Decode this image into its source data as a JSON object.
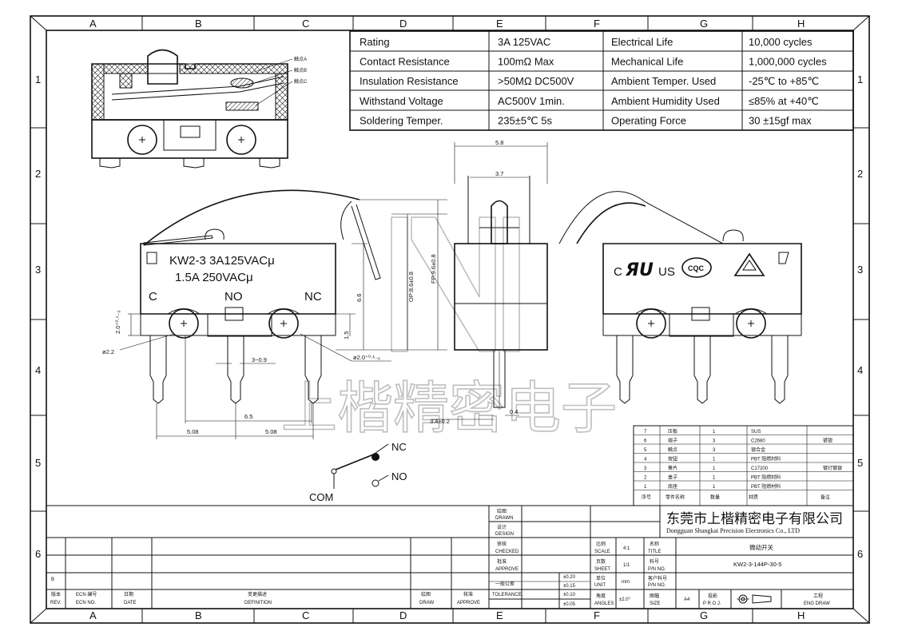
{
  "border_cols": [
    "A",
    "B",
    "C",
    "D",
    "E",
    "F",
    "G",
    "H"
  ],
  "border_rows": [
    "1",
    "2",
    "3",
    "4",
    "5",
    "6"
  ],
  "spec_table": [
    [
      "Rating",
      "3A  125VAC",
      "Electrical Life",
      "10,000 cycles"
    ],
    [
      "Contact Resistance",
      "100mΩ Max",
      "Mechanical Life",
      "1,000,000 cycles"
    ],
    [
      "Insulation Resistance",
      ">50MΩ DC500V",
      "Ambient Temper. Used",
      "-25℃ to +85℃"
    ],
    [
      "Withstand Voltage",
      "AC500V  1min.",
      "Ambient Humidity Used",
      "≤85% at +40℃"
    ],
    [
      "Soldering Temper.",
      "235±5℃ 5s",
      "Operating Force",
      "30 ±15gf max"
    ]
  ],
  "front_view": {
    "marking_1": "KW2-3 3A125VACμ",
    "marking_2": "1.5A 250VACμ",
    "label_c": "C",
    "label_no": "NO",
    "label_nc": "NC"
  },
  "dims": {
    "w58": "5.8",
    "w37": "3.7",
    "op": "OP:8.6±0.8",
    "fp": "FP:9.6±0.8",
    "h66": "6.6",
    "h15": "1.5",
    "h20": "2.0⁺⁰·¹₋₀",
    "d22": "ø2.2",
    "d20": "ø2.0⁺⁰·¹₋₀",
    "w39": "3−0.9",
    "w65": "6.5",
    "w508a": "5.08",
    "w508b": "5.08",
    "w34": "3.4±0.2",
    "w04": "0.4"
  },
  "side_labels": [
    "触点A",
    "触点B",
    "触点C"
  ],
  "cert_marks": {
    "c1": "C",
    "ul": "ЯU",
    "us": "US",
    "cqc": "CQC"
  },
  "schematic": {
    "nc": "NC",
    "no": "NO",
    "com": "COM"
  },
  "watermark": "上楷精密电子",
  "bom_rows": [
    [
      "7",
      "压板",
      "1",
      "SUS",
      ""
    ],
    [
      "6",
      "端子",
      "3",
      "C2680",
      "镀银"
    ],
    [
      "5",
      "触点",
      "3",
      "银合金",
      ""
    ],
    [
      "4",
      "按钮",
      "1",
      "PBT  阻燃材料",
      ""
    ],
    [
      "3",
      "簧片",
      "1",
      "C17200",
      "镀钌镀银"
    ],
    [
      "2",
      "盖子",
      "1",
      "PBT  阻燃材料",
      ""
    ],
    [
      "1",
      "底座",
      "1",
      "PBT  阻燃材料",
      ""
    ]
  ],
  "bom_header": [
    "序号",
    "零件名称",
    "数量",
    "材质",
    "备注"
  ],
  "company_cn": "东莞市上楷精密电子有限公司",
  "company_en": "Dongguan Shangkai Precision Electronics Co., LTD",
  "title_block": {
    "drawn": "绘图",
    "drawn_en": "DRAWN",
    "design": "设计",
    "design_en": "DESIGN",
    "checked": "审核",
    "checked_en": "CHECKED",
    "approve": "批准",
    "approve_en": "APPROVE",
    "general": "一般公差",
    "tolerance": "TOLERANCE",
    "tol_values": [
      "±0.20",
      "±0.15",
      "±0.10",
      "±0.05"
    ],
    "angles": "ANGLES",
    "angles_cn": "角度",
    "angle_tol": "±2.0°",
    "scale_cn": "比例",
    "scale": "SCALE",
    "scale_val": "4:1",
    "sheet_cn": "页数",
    "sheet": "SHEET",
    "sheet_val": "1/1",
    "unit_cn": "单位",
    "unit": "UNIT",
    "unit_val": "mm",
    "size_cn": "图幅",
    "size": "SIZE",
    "size_val": "A4",
    "title_cn": "名称",
    "title_en": "TITLE",
    "title_val": "微动开关",
    "pn_cn": "料号",
    "pn_en": "P/N NO.",
    "pn_val": "KW2-3-144P-30-5",
    "cust_pn_cn": "客户料号",
    "cust_pn_en": "P/N NO.",
    "proj_cn": "投影",
    "proj_en": "P R O J.",
    "eng_cn": "工程",
    "eng_en": "ENG DRAW"
  },
  "rev_block": {
    "rev_cn": "版本",
    "rev": "REV.",
    "ecn_cn": "ECN 编号",
    "ecn": "ECN NO.",
    "date_cn": "日期",
    "date": "DATE",
    "def_cn": "变更描述",
    "def": "DEFINITION",
    "draw_cn": "绘图",
    "draw": "DRAW",
    "approve_cn": "核准",
    "approve": "APPROVE",
    "b_row": "B"
  }
}
